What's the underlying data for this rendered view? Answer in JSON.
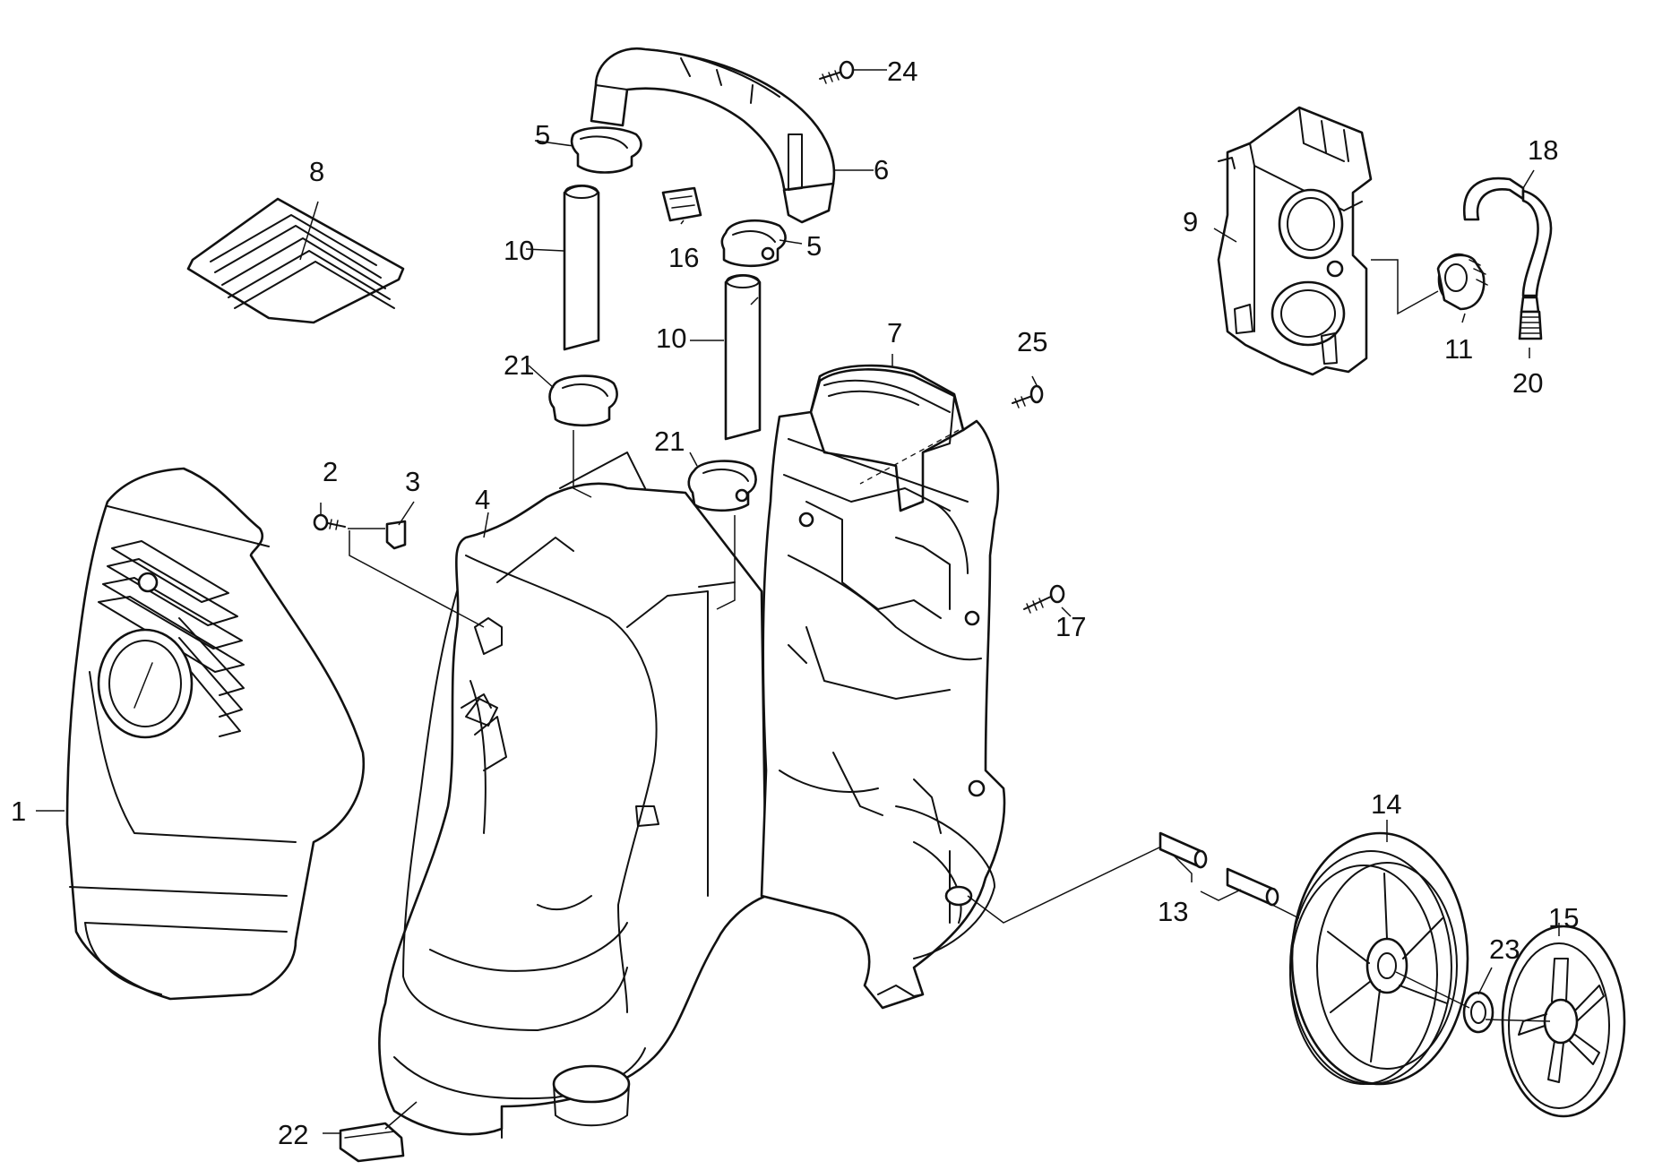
{
  "labels": {
    "p1": "1",
    "p2": "2",
    "p3": "3",
    "p4": "4",
    "p5a": "5",
    "p5b": "5",
    "p6": "6",
    "p7": "7",
    "p8": "8",
    "p9": "9",
    "p10a": "10",
    "p10b": "10",
    "p11": "11",
    "p13": "13",
    "p14": "14",
    "p15": "15",
    "p16": "16",
    "p17": "17",
    "p18": "18",
    "p20": "20",
    "p21a": "21",
    "p21b": "21",
    "p22": "22",
    "p23": "23",
    "p24": "24",
    "p25": "25"
  },
  "colors": {
    "line": "#111111",
    "background": "#ffffff"
  }
}
